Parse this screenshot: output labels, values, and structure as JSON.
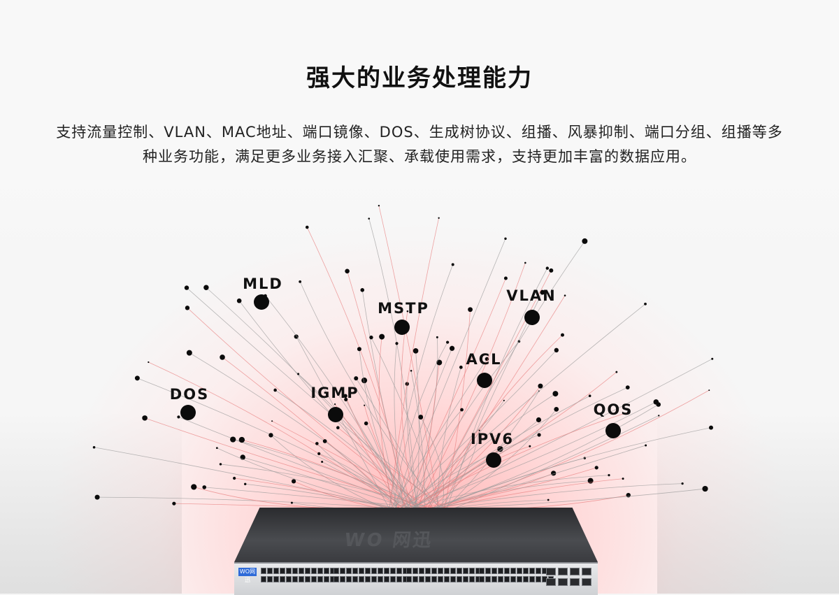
{
  "header": {
    "title": "强大的业务处理能力",
    "description": "支持流量控制、VLAN、MAC地址、端口镜像、DOS、生成树协议、组播、风暴抑制、端口分组、组播等多种业务功能，满足更多业务接入汇聚、承载使用需求，支持更加丰富的数据应用。"
  },
  "feature_tags": [
    {
      "label": "MLD"
    },
    {
      "label": "MSTP"
    },
    {
      "label": "VLAN"
    },
    {
      "label": "ACL"
    },
    {
      "label": "DOS"
    },
    {
      "label": "IGMP"
    },
    {
      "label": "QOS"
    },
    {
      "label": "IPV6"
    }
  ],
  "device": {
    "logo_text": "WO 网迅",
    "badge_text": "WO网迅"
  },
  "colors": {
    "glow": "#ff9a9a",
    "lines": "#9a9a9a",
    "dots": "#0b0b0b",
    "text": "#111111"
  }
}
